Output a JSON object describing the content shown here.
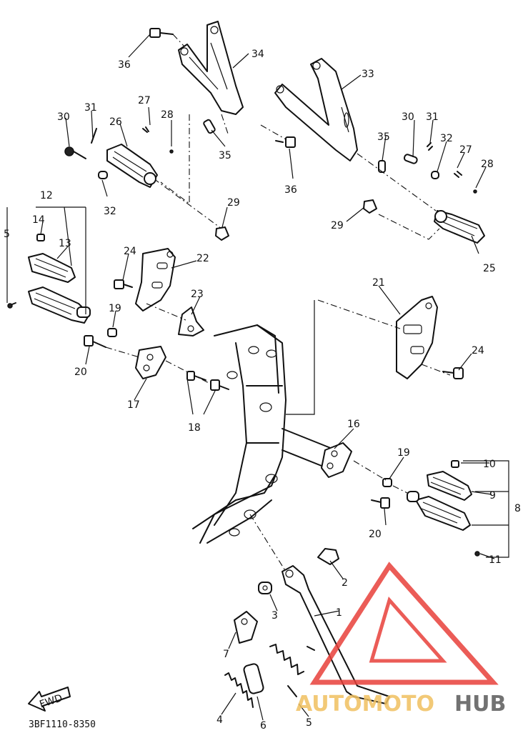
{
  "diagram": {
    "drawing_code": "3BF1110-8350",
    "fwd_label": "FWD",
    "labels": {
      "l1": "1",
      "l2": "2",
      "l3": "3",
      "l4": "4",
      "l5a": "5",
      "l5b": "5",
      "l6": "6",
      "l7": "7",
      "l8": "8",
      "l9": "9",
      "l10": "10",
      "l11": "11",
      "l12": "12",
      "l13": "13",
      "l14": "14",
      "l16": "16",
      "l17": "17",
      "l18": "18",
      "l19a": "19",
      "l19b": "19",
      "l20a": "20",
      "l20b": "20",
      "l21": "21",
      "l22": "22",
      "l23": "23",
      "l24a": "24",
      "l24b": "24",
      "l25": "25",
      "l26": "26",
      "l27a": "27",
      "l27b": "27",
      "l28a": "28",
      "l28b": "28",
      "l29a": "29",
      "l29b": "29",
      "l30a": "30",
      "l30b": "30",
      "l31a": "31",
      "l31b": "31",
      "l32a": "32",
      "l32b": "32",
      "l33": "33",
      "l34": "34",
      "l35a": "35",
      "l35b": "35",
      "l36a": "36",
      "l36b": "36"
    }
  },
  "watermark": {
    "brand_prefix": "AUTOMOTO",
    "brand_suffix": "HUB",
    "accent_color": "#e8403a",
    "secondary_color": "#f0c060",
    "suffix_color": "#5a5a5a"
  }
}
